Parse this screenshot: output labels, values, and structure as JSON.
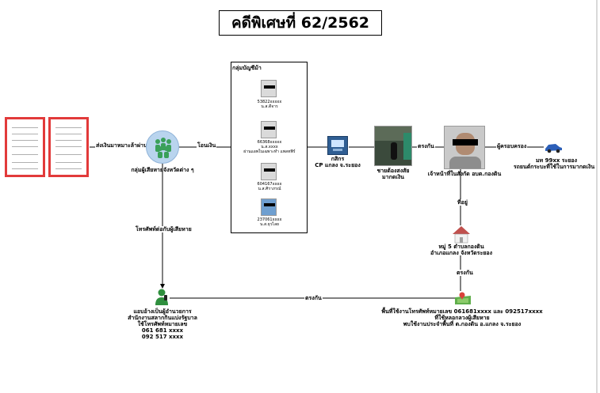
{
  "title": "คดีพิเศษที่ 62/2562",
  "group": {
    "title": "กลุ่มบัญชีม้า",
    "members": [
      {
        "id": "53822xxxxx",
        "name": "น.ส.ดีจาร"
      },
      {
        "id": "66368xxxxx",
        "name": "น.ส.xxxx",
        "note": "ผ่านแอพในเฉพาะทำ แพลทฟิร์"
      },
      {
        "id": "604167xxxx",
        "name": "น.ส.ศิราภรณ์"
      },
      {
        "id": "237061xxxx",
        "name": "น.ส.ยุวไลย"
      }
    ]
  },
  "edges": {
    "send_money": "ส่งเงินมาหมาะล้าผ่าน",
    "transfer": "โอนเงิน",
    "match_1": "ตรงกัน",
    "owner_of": "ผู้ครอบครอง",
    "residence": "ที่อยู่",
    "match_2": "ตรงกัน",
    "match_3": "ตรงกัน",
    "phone_contact": "โทรศัพท์ต่อกับผู้เสียหาย"
  },
  "nodes": {
    "victims": "กลุ่มผู้เสียหายจังหวัดต่าง ๆ",
    "atm_line1": "กสิกร",
    "atm_line2": "CP แกลง จ.ระยอง",
    "cctv_line1": "ชายต้องสงสัย",
    "cctv_line2": "มากดเงิน",
    "suspect": "เจ้าหน้าที่ในสังกัด อบต.กองดิน",
    "car_line1": "มท 99xx ระยอง",
    "car_line2": "รถยนต์กระบะที่ใช้ในการมากดเงิน",
    "house_line1": "หมู่ 5 ตำบลกองดิน",
    "house_line2": "อำเภอแกลง จังหวัดระยอง",
    "phone_area_line1": "พื้นที่ใช้งานโทรศัพท์หมายเลข 061681xxxx และ 092517xxxx",
    "phone_area_line2": "ที่ใช้หลอกลวงผู้เสียหาย",
    "phone_area_line3": "พบใช้งานประจำพื้นที่ ต.กองดิน อ.แกลง จ.ระยอง",
    "caller_line1": "แอบอ้างเป็นผู้อำนวยการ",
    "caller_line2": "สำนักงานสลากกินแบ่งรัฐบาล",
    "caller_line3": "ใช้โทรศัพท์หมายเลข",
    "caller_line4": "061 681 xxxx",
    "caller_line5": "092 517 xxxx"
  },
  "colors": {
    "doc_border": "#e23a3a",
    "victim_circle": "#b9d4ee",
    "victim_people": "#3aa05a",
    "car": "#2c5fb8",
    "house_roof": "#c0504d",
    "map_green": "#5fae4b"
  }
}
